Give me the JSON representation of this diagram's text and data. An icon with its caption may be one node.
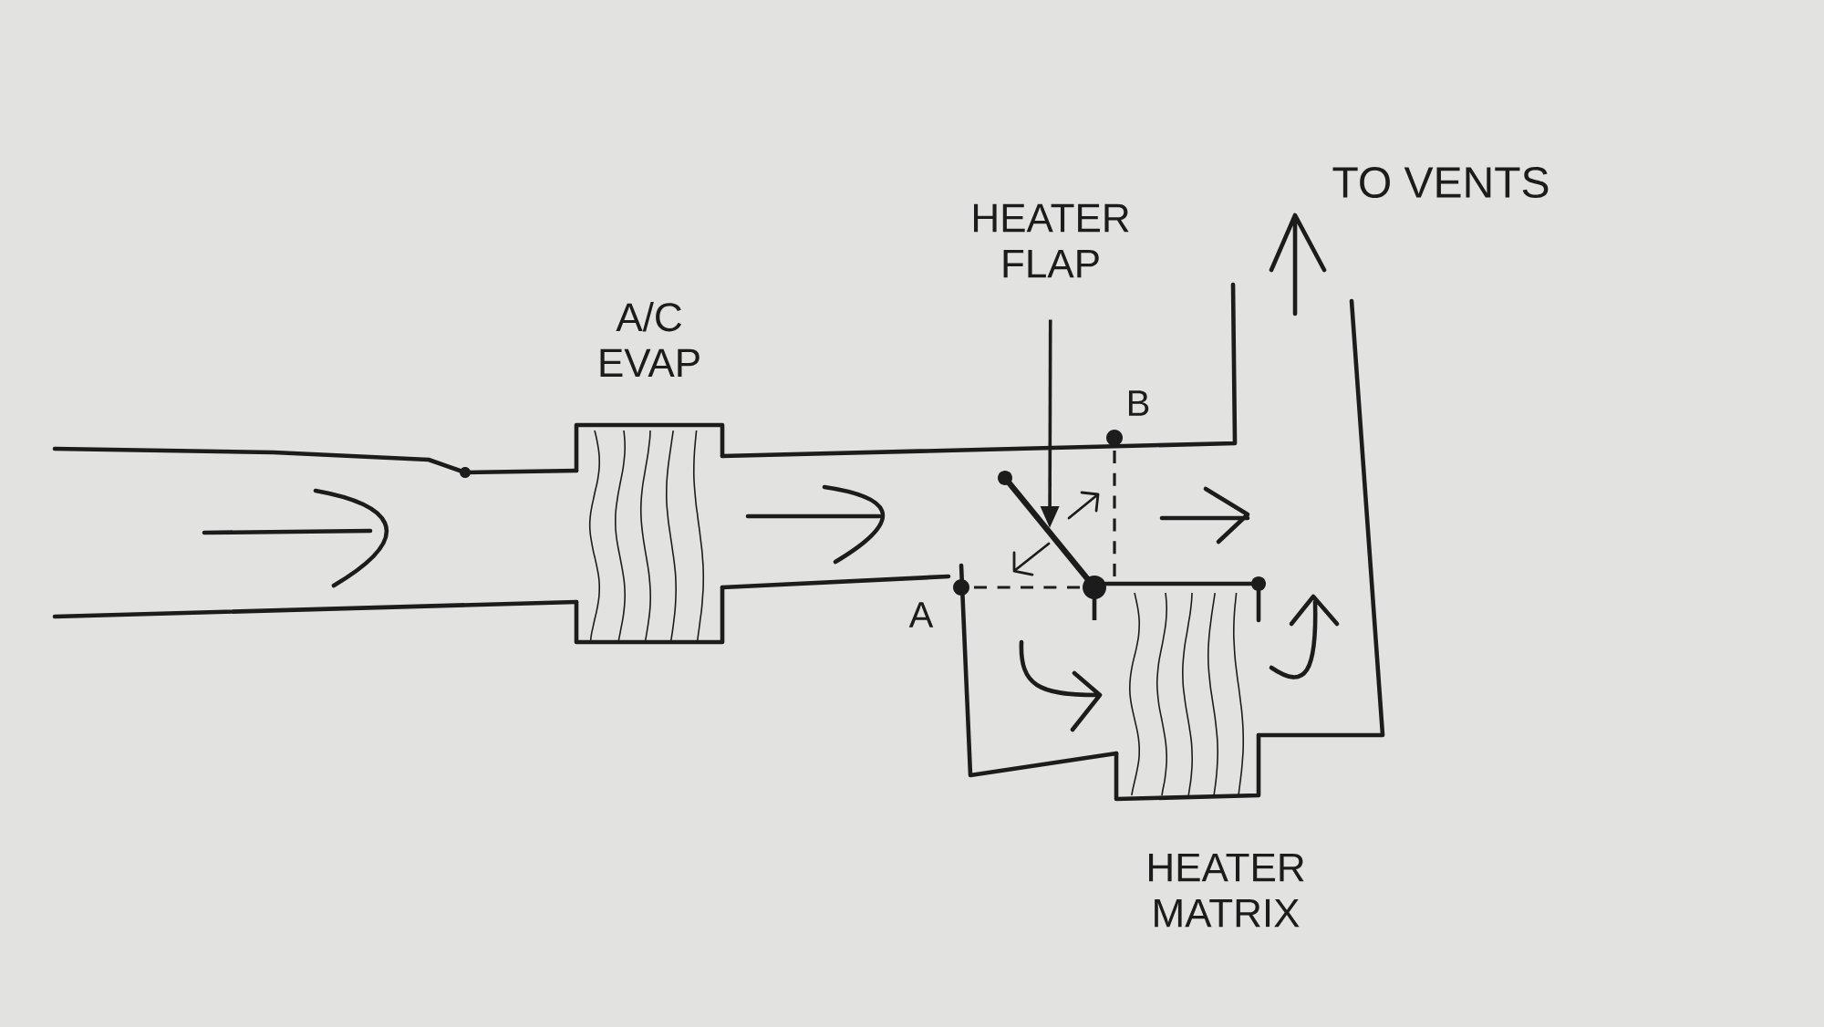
{
  "diagram": {
    "nodes": [
      {
        "text": [
          "A/C EVAP"
        ]
      },
      {
        "text": [
          "HEATER FLAP"
        ]
      },
      {
        "text": [],
        "shape": "bar"
      },
      {
        "text": [
          "HEATER MATRIX"
        ]
      }
    ],
    "edges": [
      {
        "from": 1,
        "to": 2,
        "arrow": "to"
      }
    ],
    "labels": [
      "TO VENTS",
      "B",
      "A"
    ]
  }
}
